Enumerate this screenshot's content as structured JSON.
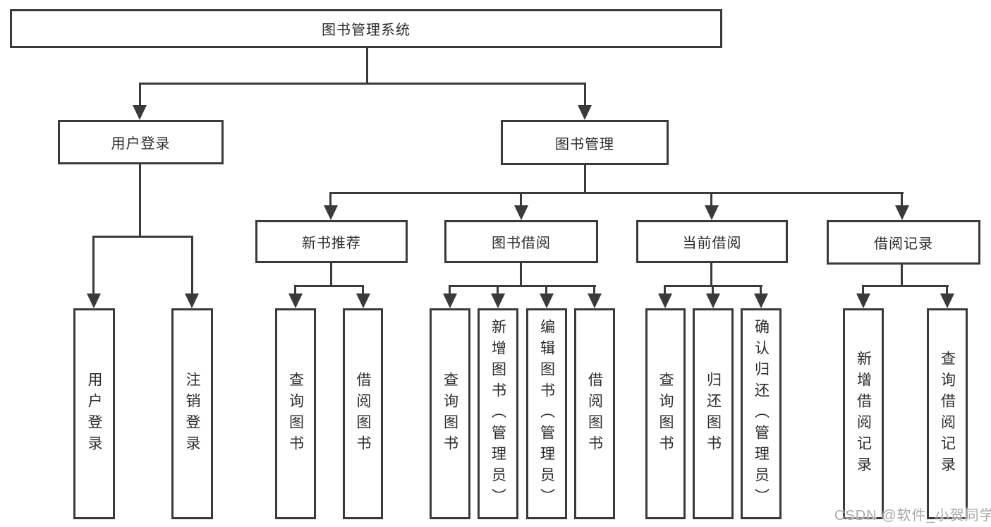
{
  "tree": {
    "root": {
      "label": "图书管理系统",
      "children": [
        {
          "label": "用户登录",
          "children": [
            {
              "label": "用户登录"
            },
            {
              "label": "注销登录"
            }
          ]
        },
        {
          "label": "图书管理",
          "children": [
            {
              "label": "新书推荐",
              "children": [
                {
                  "label": "查询图书"
                },
                {
                  "label": "借阅图书"
                }
              ]
            },
            {
              "label": "图书借阅",
              "children": [
                {
                  "label": "查询图书"
                },
                {
                  "label": "新增图书（管理员）"
                },
                {
                  "label": "编辑图书（管理员）"
                },
                {
                  "label": "借阅图书"
                }
              ]
            },
            {
              "label": "当前借阅",
              "children": [
                {
                  "label": "查询图书"
                },
                {
                  "label": "归还图书"
                },
                {
                  "label": "确认归还（管理员）"
                }
              ]
            },
            {
              "label": "借阅记录",
              "children": [
                {
                  "label": "新增借阅记录"
                },
                {
                  "label": "查询借阅记录"
                }
              ]
            }
          ]
        }
      ]
    }
  },
  "watermark": {
    "text": "CSDN @软件_小贺同学"
  },
  "colors": {
    "line": "#3a3a3a",
    "text": "#2b2b2b",
    "watermark": "#a9a9a9",
    "background": "#ffffff"
  }
}
